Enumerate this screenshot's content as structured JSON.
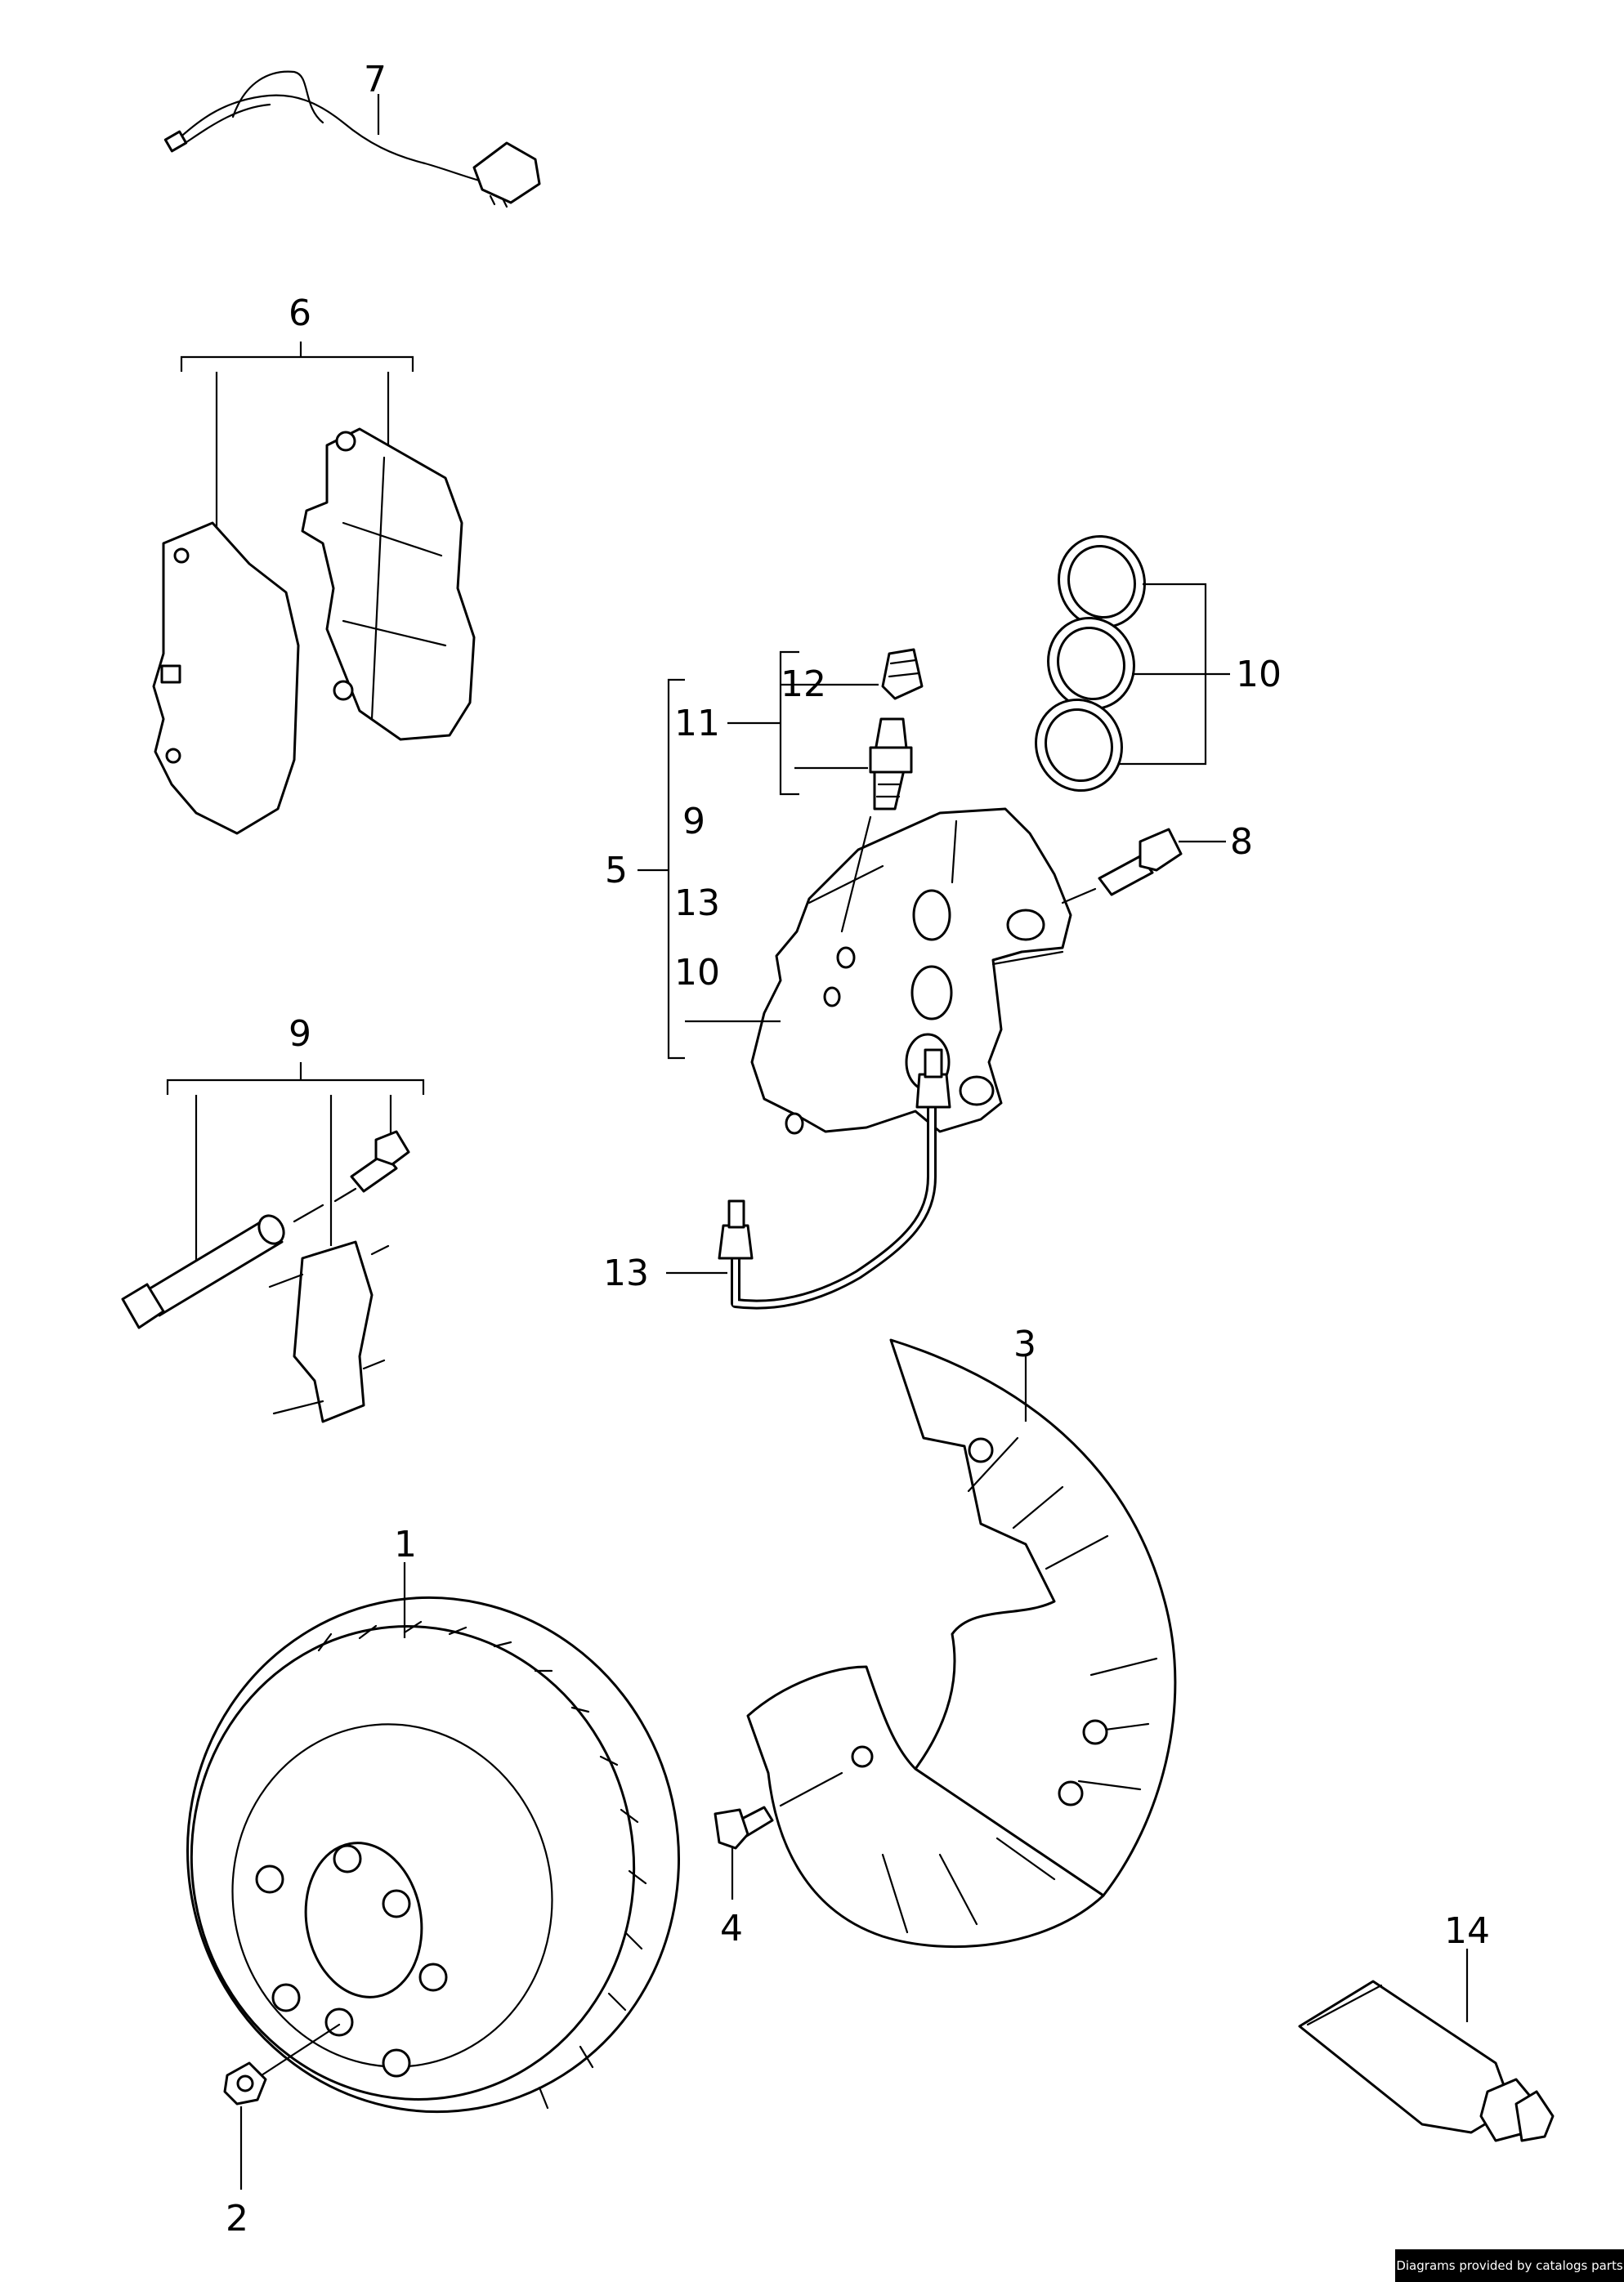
{
  "callouts": {
    "c1": "1",
    "c2": "2",
    "c3": "3",
    "c4": "4",
    "c5": "5",
    "c6": "6",
    "c7": "7",
    "c8": "8",
    "c9_top": "9",
    "c9_group": "9",
    "c10_group": "10",
    "c10_list": "10",
    "c11": "11",
    "c12": "12",
    "c13_list": "13",
    "c13_line": "13",
    "c14": "14"
  },
  "credit": "Diagrams provided by catalogs parts"
}
